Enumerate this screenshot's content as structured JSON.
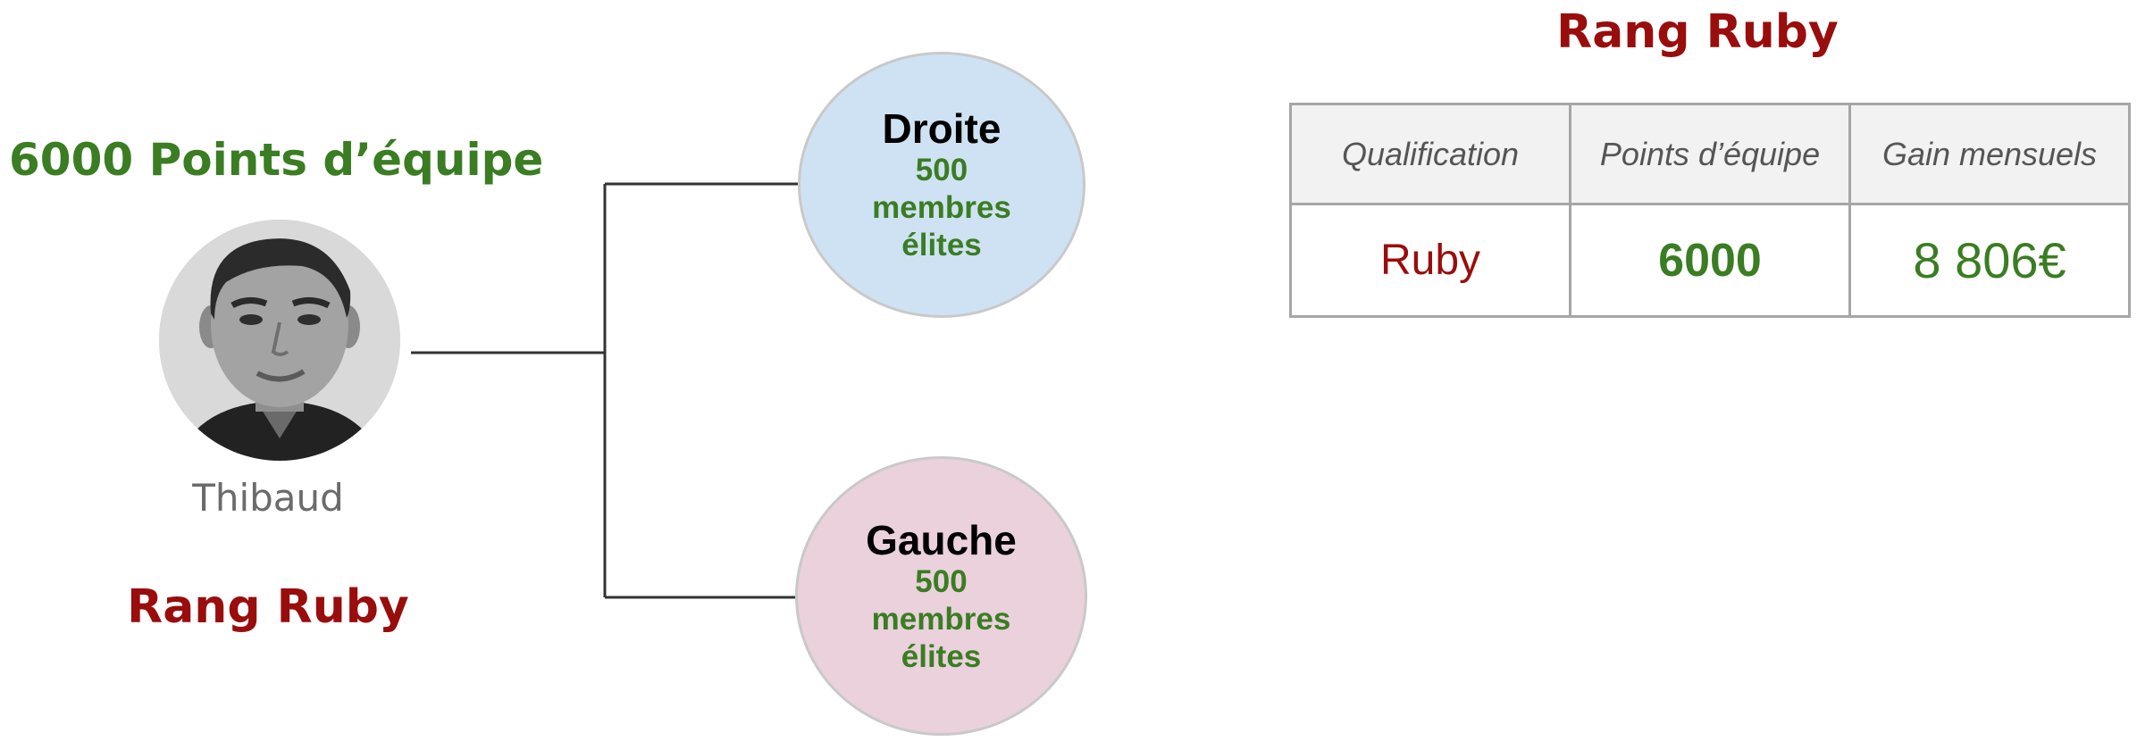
{
  "left": {
    "points_title": "6000 Points d’équipe",
    "person_name": "Thibaud",
    "rank_title": "Rang Ruby"
  },
  "legs": {
    "right": {
      "title": "Droite",
      "count": "500",
      "line2": "membres",
      "line3": "élites"
    },
    "left": {
      "title": "Gauche",
      "count": "500",
      "line2": "membres",
      "line3": "élites"
    }
  },
  "rank_panel": {
    "title": "Rang Ruby",
    "table": {
      "headers": [
        "Qualification",
        "Points d’équipe",
        "Gain mensuels"
      ],
      "row": {
        "qualification": "Ruby",
        "points": "6000",
        "gain": "8 806€"
      }
    }
  },
  "colors": {
    "green": "#3a7d22",
    "ruby_red": "#990d0d",
    "right_node": "#cfe2f3",
    "left_node": "#ead1dc"
  }
}
